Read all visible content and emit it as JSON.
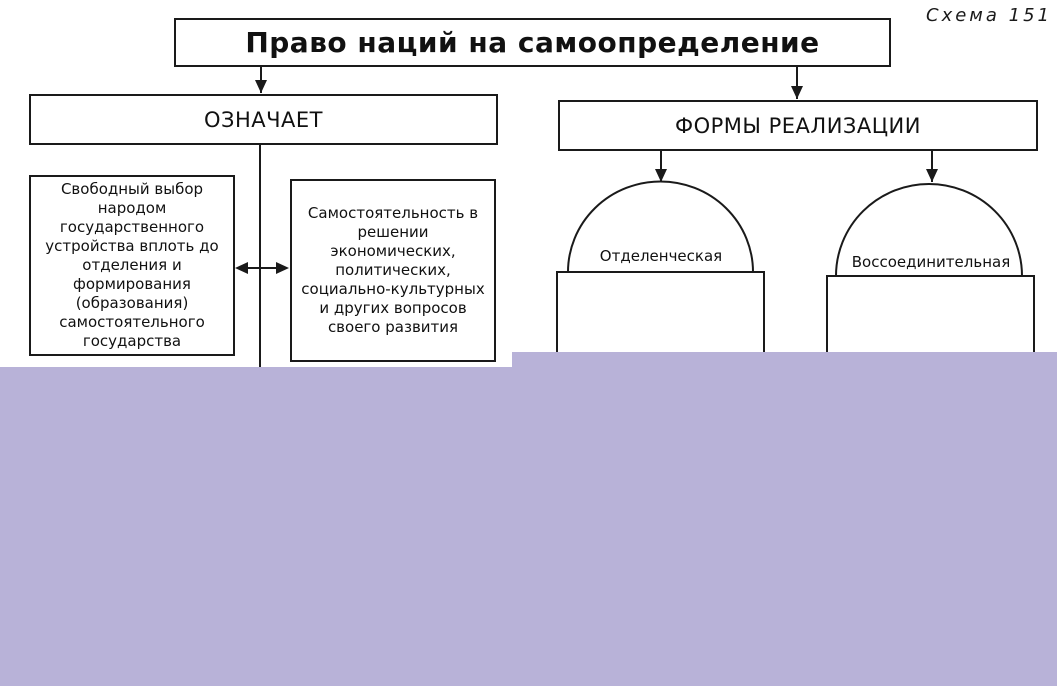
{
  "scheme_label": "Схема 151",
  "title": "Право наций на самоопределение",
  "left_branch": {
    "header": "ОЗНАЧАЕТ",
    "box_left": "Свободный выбор\nнародом\nгосударственного\nустройства вплоть до\nотделения и\nформирования\n(образования)\nсамостоятельного\nгосударства",
    "box_right": "Самостоятельность в\nрешении\nэкономических,\nполитических,\nсоциально-культурных\nи других вопросов\nсвоего развития"
  },
  "right_branch": {
    "header": "ФОРМЫ РЕАЛИЗАЦИИ",
    "forms": [
      {
        "label": "Отделенческая"
      },
      {
        "label": "Воссоединительная"
      }
    ]
  },
  "colors": {
    "line": "#1a1a1a",
    "overlay": "#b8b2d8"
  }
}
